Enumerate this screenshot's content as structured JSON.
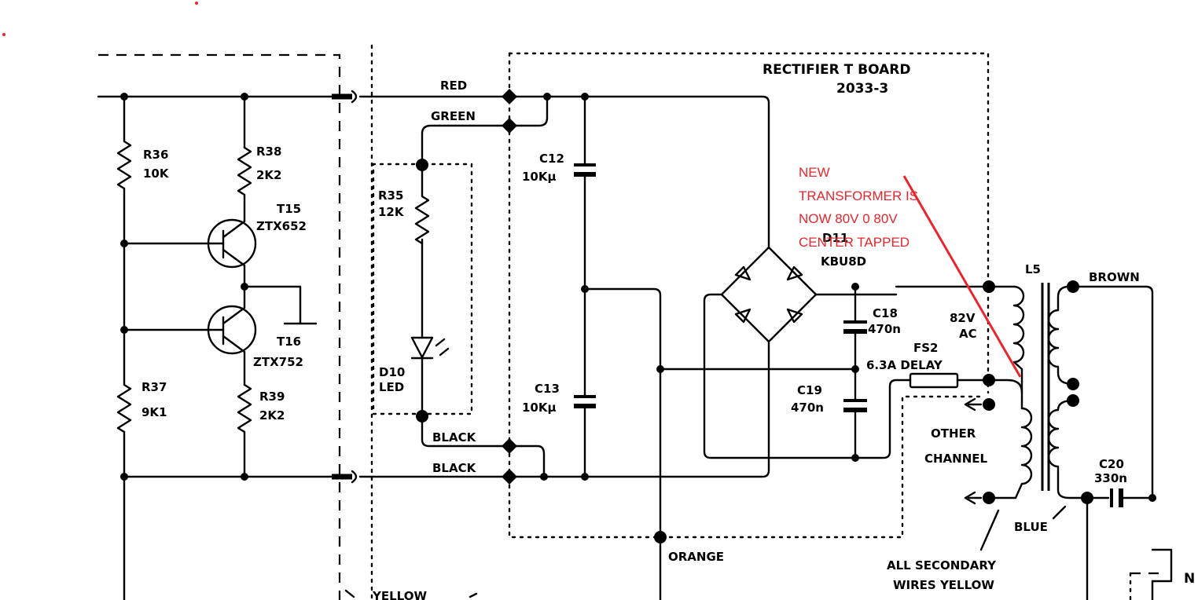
{
  "board": {
    "title": "RECTIFIER T BOARD",
    "part_no": "2033-3"
  },
  "annotation": {
    "lines": [
      "NEW",
      "TRANSFORMER IS",
      "NOW 80V 0 80V",
      "CENTER TAPPED"
    ],
    "color": "#e8262b"
  },
  "wires": {
    "red": "RED",
    "green": "GREEN",
    "black_1": "BLACK",
    "black_2": "BLACK",
    "orange": "ORANGE",
    "brown": "BROWN",
    "blue": "BLUE",
    "yellow": "YELLOW"
  },
  "components": {
    "r36": {
      "ref": "R36",
      "value": "10K"
    },
    "r38": {
      "ref": "R38",
      "value": "2K2"
    },
    "r37": {
      "ref": "R37",
      "value": "9K1"
    },
    "r39": {
      "ref": "R39",
      "value": "2K2"
    },
    "r35": {
      "ref": "R35",
      "value": "12K"
    },
    "t15": {
      "ref": "T15",
      "value": "ZTX652"
    },
    "t16": {
      "ref": "T16",
      "value": "ZTX752"
    },
    "d10": {
      "ref": "D10",
      "value": "LED"
    },
    "c12": {
      "ref": "C12",
      "value": "10Kμ"
    },
    "c13": {
      "ref": "C13",
      "value": "10Kμ"
    },
    "d11": {
      "ref": "D11",
      "value": "KBU8D"
    },
    "c18": {
      "ref": "C18",
      "value": "470n"
    },
    "c19": {
      "ref": "C19",
      "value": "470n"
    },
    "fs2": {
      "ref": "FS2",
      "value": "6.3A DELAY"
    },
    "l5": {
      "ref": "L5"
    },
    "c20": {
      "ref": "C20",
      "value": "330n"
    }
  },
  "secondary_voltage": {
    "value": "82V",
    "unit": "AC"
  },
  "other_channel": {
    "line1": "OTHER",
    "line2": "CHANNEL"
  },
  "secondary_note": {
    "line1": "ALL SECONDARY",
    "line2": "WIRES YELLOW"
  },
  "terminal_n": "N"
}
